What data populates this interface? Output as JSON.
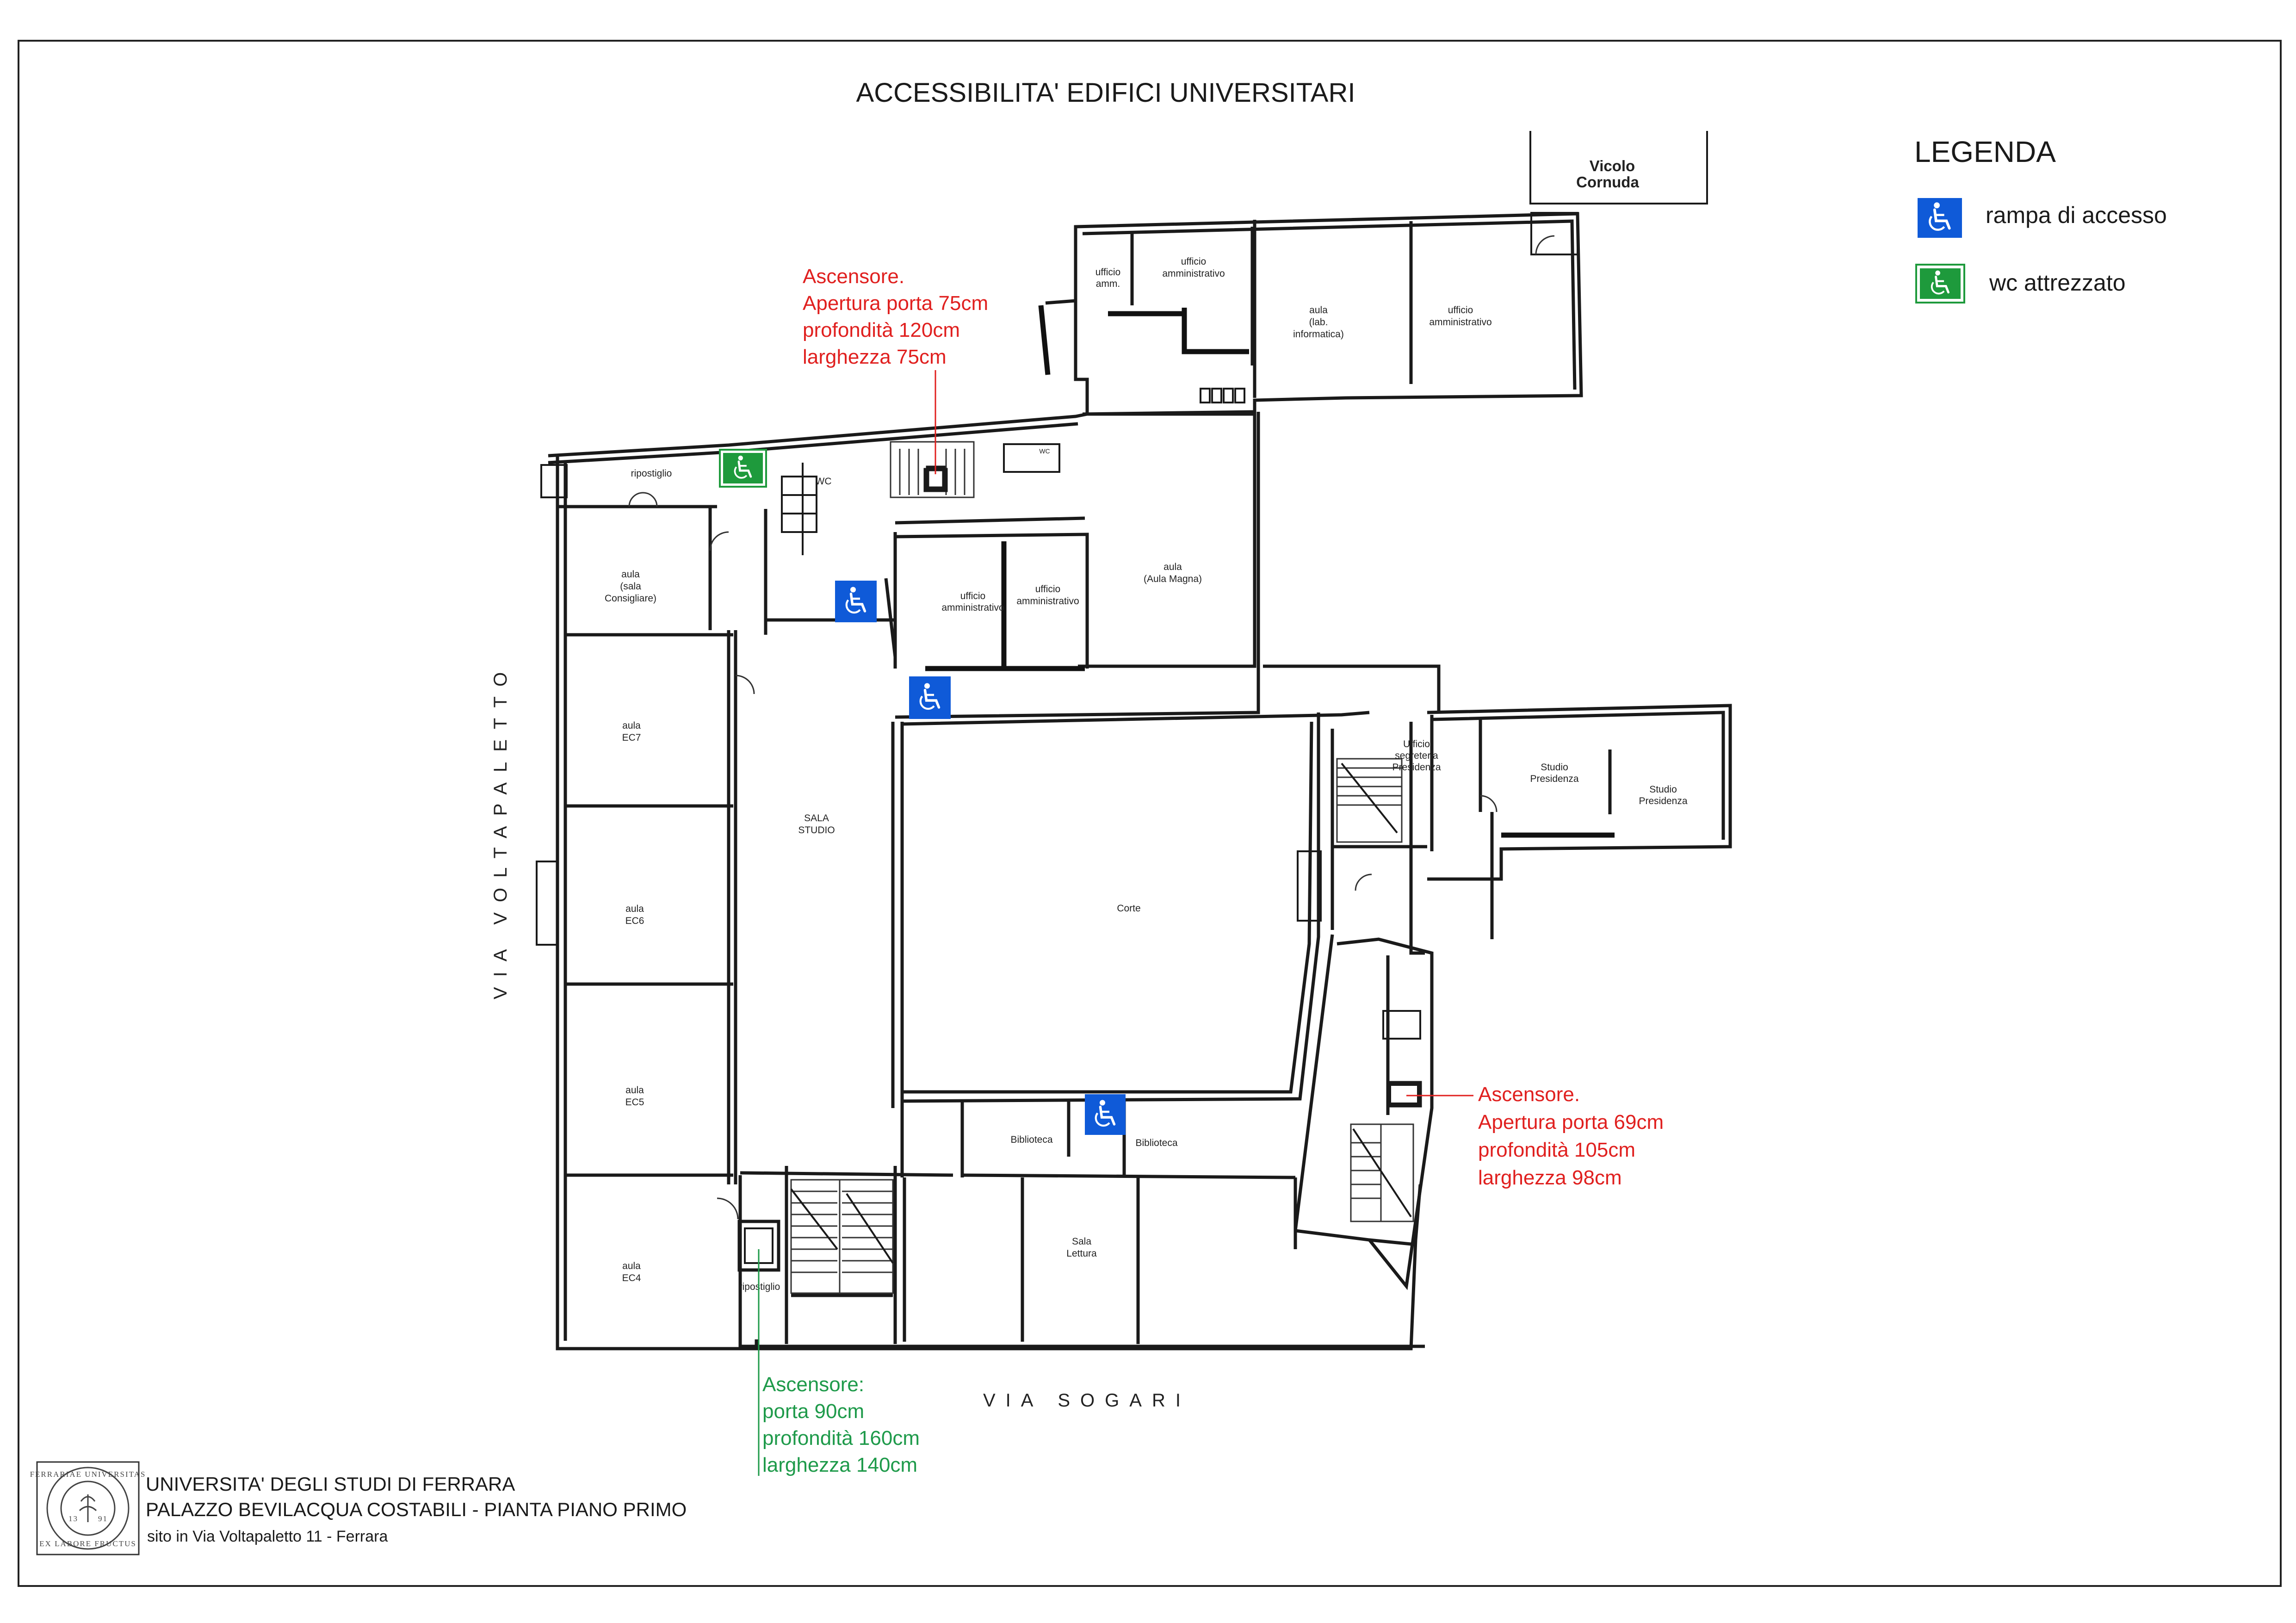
{
  "title": "ACCESSIBILITA' EDIFICI UNIVERSITARI",
  "legend": {
    "title": "LEGENDA",
    "items": [
      {
        "label": "rampa di accesso",
        "icon": "wheelchair-icon",
        "color": "#0f5ad8"
      },
      {
        "label": "wc attrezzato",
        "icon": "wheelchair-icon",
        "color": "#1e9a3c"
      }
    ]
  },
  "streets": {
    "vicolo_line1": "Vicolo",
    "vicolo_line2": "Cornuda",
    "voltapaletto": "VIA VOLTAPALETTO",
    "sogari": "VIA SOGARI"
  },
  "rooms": {
    "ufficio_amm_1": "ufficio",
    "ufficio_amm_2": "amm.",
    "uff_amministrativo_a_1": "ufficio",
    "uff_amministrativo_a_2": "amministrativo",
    "aula_lab_1": "aula",
    "aula_lab_2": "(lab.",
    "aula_lab_3": "informatica)",
    "uff_amministrativo_b_1": "ufficio",
    "uff_amministrativo_b_2": "amministrativo",
    "ripostiglio_top": "ripostiglio",
    "wc": "WC",
    "wc_small": "WC",
    "aula_consigliare_1": "aula",
    "aula_consigliare_2": "(sala",
    "aula_consigliare_3": "Consigliare)",
    "uff_amministrativo_c_1": "ufficio",
    "uff_amministrativo_c_2": "amministrativo",
    "uff_amministrativo_d_1": "ufficio",
    "uff_amministrativo_d_2": "amministrativo",
    "aula_magna_1": "aula",
    "aula_magna_2": "(Aula Magna)",
    "ec7_1": "aula",
    "ec7_2": "EC7",
    "sala_studio_1": "SALA",
    "sala_studio_2": "STUDIO",
    "ec6_1": "aula",
    "ec6_2": "EC6",
    "corte": "Corte",
    "segreteria_1": "Ufficio",
    "segreteria_2": "segreteria",
    "segreteria_3": "Presidenza",
    "studio_presidenza_a_1": "Studio",
    "studio_presidenza_a_2": "Presidenza",
    "studio_presidenza_b_1": "Studio",
    "studio_presidenza_b_2": "Presidenza",
    "ec5_1": "aula",
    "ec5_2": "EC5",
    "biblioteca_a": "Biblioteca",
    "biblioteca_b": "Biblioteca",
    "sala_lettura_1": "Sala",
    "sala_lettura_2": "Lettura",
    "ec4_1": "aula",
    "ec4_2": "EC4",
    "ripostiglio_bottom": "ripostiglio"
  },
  "notes": {
    "elevator_top": {
      "line1": "Ascensore.",
      "line2": "Apertura porta 75cm",
      "line3": "profondità 120cm",
      "line4": "larghezza 75cm",
      "color": "#e0201f"
    },
    "elevator_right": {
      "line1": "Ascensore.",
      "line2": "Apertura porta 69cm",
      "line3": "profondità 105cm",
      "line4": "larghezza 98cm",
      "color": "#e0201f"
    },
    "elevator_bottom": {
      "line1": "Ascensore:",
      "line2": "porta 90cm",
      "line3": "profondità 160cm",
      "line4": "larghezza 140cm",
      "color": "#1e9a4a"
    }
  },
  "footer": {
    "line1": "UNIVERSITA' DEGLI STUDI DI FERRARA",
    "line2": "PALAZZO BEVILACQUA COSTABILI - PIANTA PIANO PRIMO",
    "line3": "sito in Via Voltapaletto 11 - Ferrara",
    "seal_top": "FERRARIAE UNIVERSITAS",
    "seal_bottom": "EX LABORE FRUCTUS",
    "seal_year_a": "13",
    "seal_year_b": "91"
  }
}
